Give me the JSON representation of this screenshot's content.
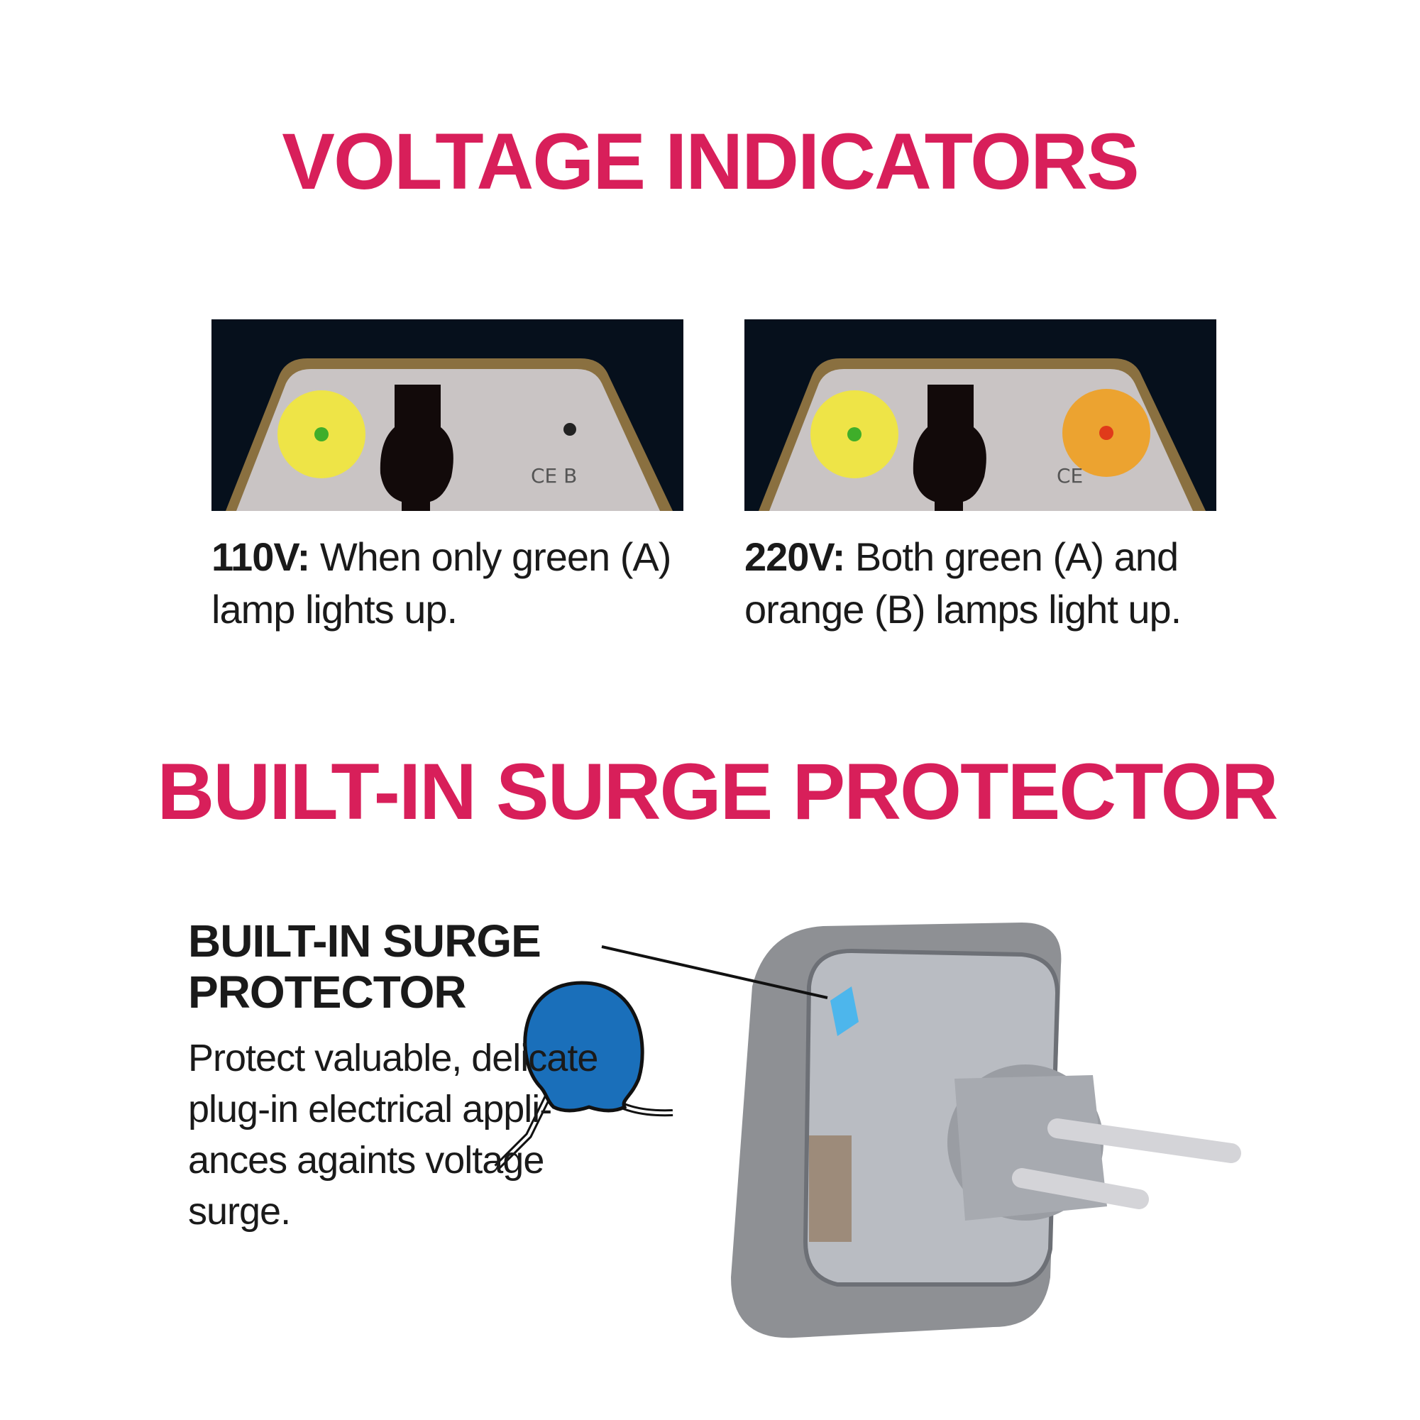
{
  "voltage_section": {
    "title": "VOLTAGE INDICATORS",
    "items": [
      {
        "label": "110V:",
        "text": "When only green (A) lamp lights up."
      },
      {
        "label": "220V:",
        "text": "Both green (A) and orange (B) lamps light up."
      }
    ]
  },
  "surge_section": {
    "title": "BUILT-IN SURGE PROTECTOR",
    "callout_title": "BUILT-IN SURGE PROTECTOR",
    "callout_text": "Protect valuable, delicate plug-in electrical appli-ances againts voltage surge."
  },
  "colors": {
    "accent": "#d81f5a",
    "capacitor": "#1a6fba",
    "lamp_green": "#3fae2a",
    "lamp_orange": "#f0a020"
  }
}
